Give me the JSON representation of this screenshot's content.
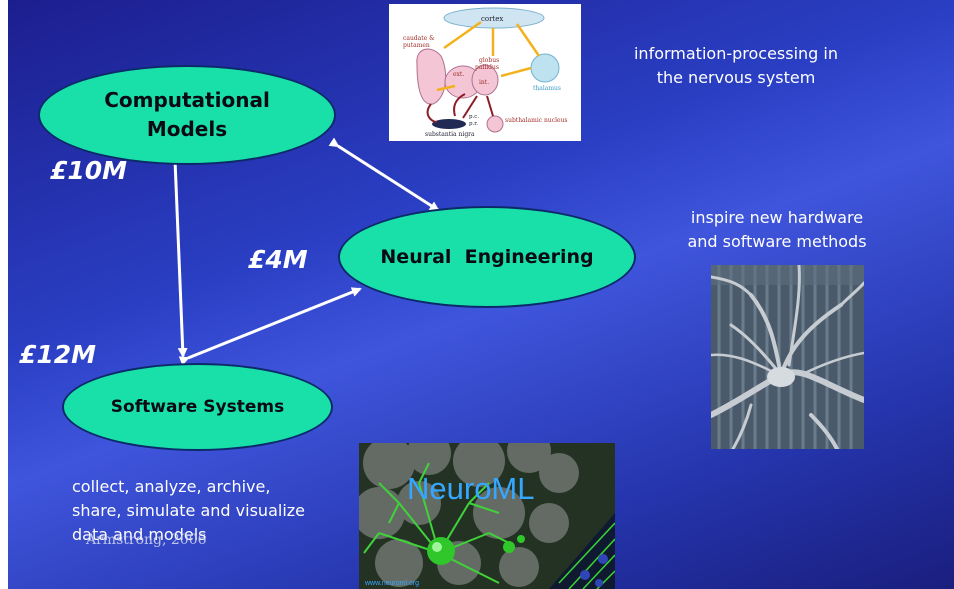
{
  "nodes": {
    "computational": {
      "line1": "Computational",
      "line2": "Models"
    },
    "neural": {
      "label": "Neural  Engineering"
    },
    "software": {
      "label": "Software Systems"
    }
  },
  "funding": {
    "computational": "£10M",
    "neural": "£4M",
    "software": "£12M"
  },
  "notes": {
    "info_line1": "information-processing in",
    "info_line2": "the nervous system",
    "inspire_line1": "inspire new hardware",
    "inspire_line2": "and software methods",
    "collect_line1": "collect, analyze, archive,",
    "collect_line2": "share, simulate and visualize",
    "collect_line3": "data and models"
  },
  "credit": "Armstrong, 2006",
  "brain_diagram": {
    "cortex": "cortex",
    "caudate": "caudate &",
    "putamen": "putamen",
    "globus": "globus",
    "pallidus": "pallidus",
    "ext": "ext.",
    "int": "int.",
    "thalamus": "thalamus",
    "pc": "p.c.",
    "pr": "p.r.",
    "nigra": "substantia nigra",
    "subthalamic": "subthalamic nucleus"
  },
  "neuroml": {
    "title": "NeuroML",
    "url": "www.neuroml.org"
  },
  "colors": {
    "ellipse": "#19dfa8",
    "background": "#2a3fc4",
    "arrow": "#ffffff"
  }
}
